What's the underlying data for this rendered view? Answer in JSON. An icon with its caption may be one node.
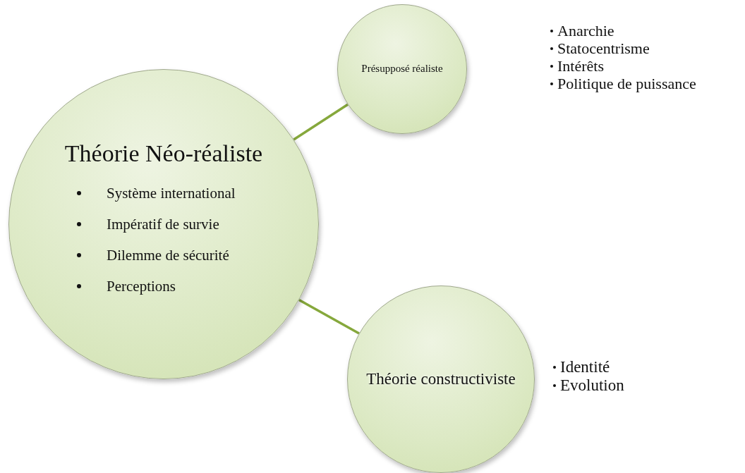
{
  "diagram": {
    "nodes": [
      {
        "text": [
          "Théorie Néo-réaliste",
          "Système international",
          "Impératif de survie",
          "Dilemme de sécurité",
          "Perceptions"
        ]
      },
      {
        "text": [
          "Présupposé réaliste"
        ],
        "beside": [
          "Anarchie",
          "Statocentrisme",
          "Intérêts",
          "Politique de puissance"
        ]
      },
      {
        "text": [
          "Théorie constructiviste"
        ],
        "beside": [
          "Identité",
          "Evolution"
        ]
      }
    ],
    "edges": [
      {
        "from": 0,
        "to": 1,
        "arrow": "none"
      },
      {
        "from": 0,
        "to": 2,
        "arrow": "none"
      }
    ]
  }
}
